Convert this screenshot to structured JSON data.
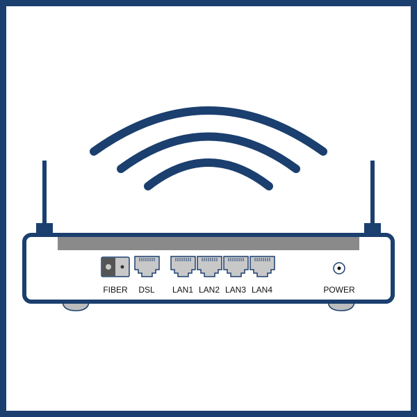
{
  "colors": {
    "primary": "#1b3f6e",
    "panel_gray": "#8a8a8a",
    "port_fill": "#c8c8c8",
    "fiber_dark": "#555555",
    "feet": "#bdbdbd"
  },
  "icons": {
    "wifi": "wifi-signal-icon",
    "router": "router-icon"
  },
  "ports": [
    {
      "label": "FIBER",
      "type": "fiber"
    },
    {
      "label": "DSL",
      "type": "rj"
    },
    {
      "label": "LAN1",
      "type": "rj"
    },
    {
      "label": "LAN2",
      "type": "rj"
    },
    {
      "label": "LAN3",
      "type": "rj"
    },
    {
      "label": "LAN4",
      "type": "rj"
    },
    {
      "label": "POWER",
      "type": "power"
    }
  ]
}
